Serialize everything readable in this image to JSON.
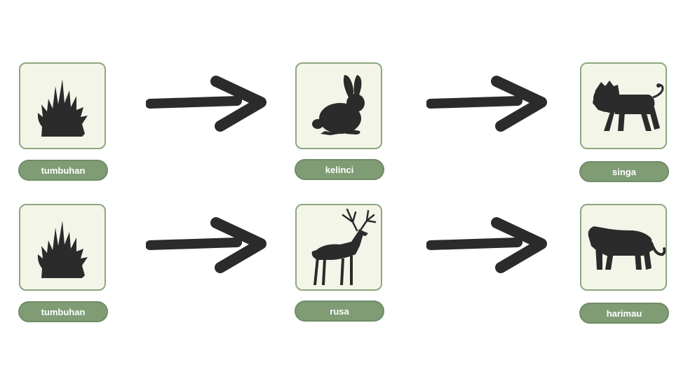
{
  "colors": {
    "card_bg": "#f4f5e9",
    "card_border": "#8ba77f",
    "label_bg": "#7f9c75",
    "silhouette": "#2b2b2b"
  },
  "chains": [
    {
      "items": [
        {
          "label": "tumbuhan",
          "icon": "grass-icon"
        },
        {
          "label": "kelinci",
          "icon": "rabbit-icon"
        },
        {
          "label": "singa",
          "icon": "lion-icon"
        }
      ]
    },
    {
      "items": [
        {
          "label": "tumbuhan",
          "icon": "grass-icon"
        },
        {
          "label": "rusa",
          "icon": "deer-icon"
        },
        {
          "label": "harimau",
          "icon": "tiger-icon"
        }
      ]
    }
  ]
}
